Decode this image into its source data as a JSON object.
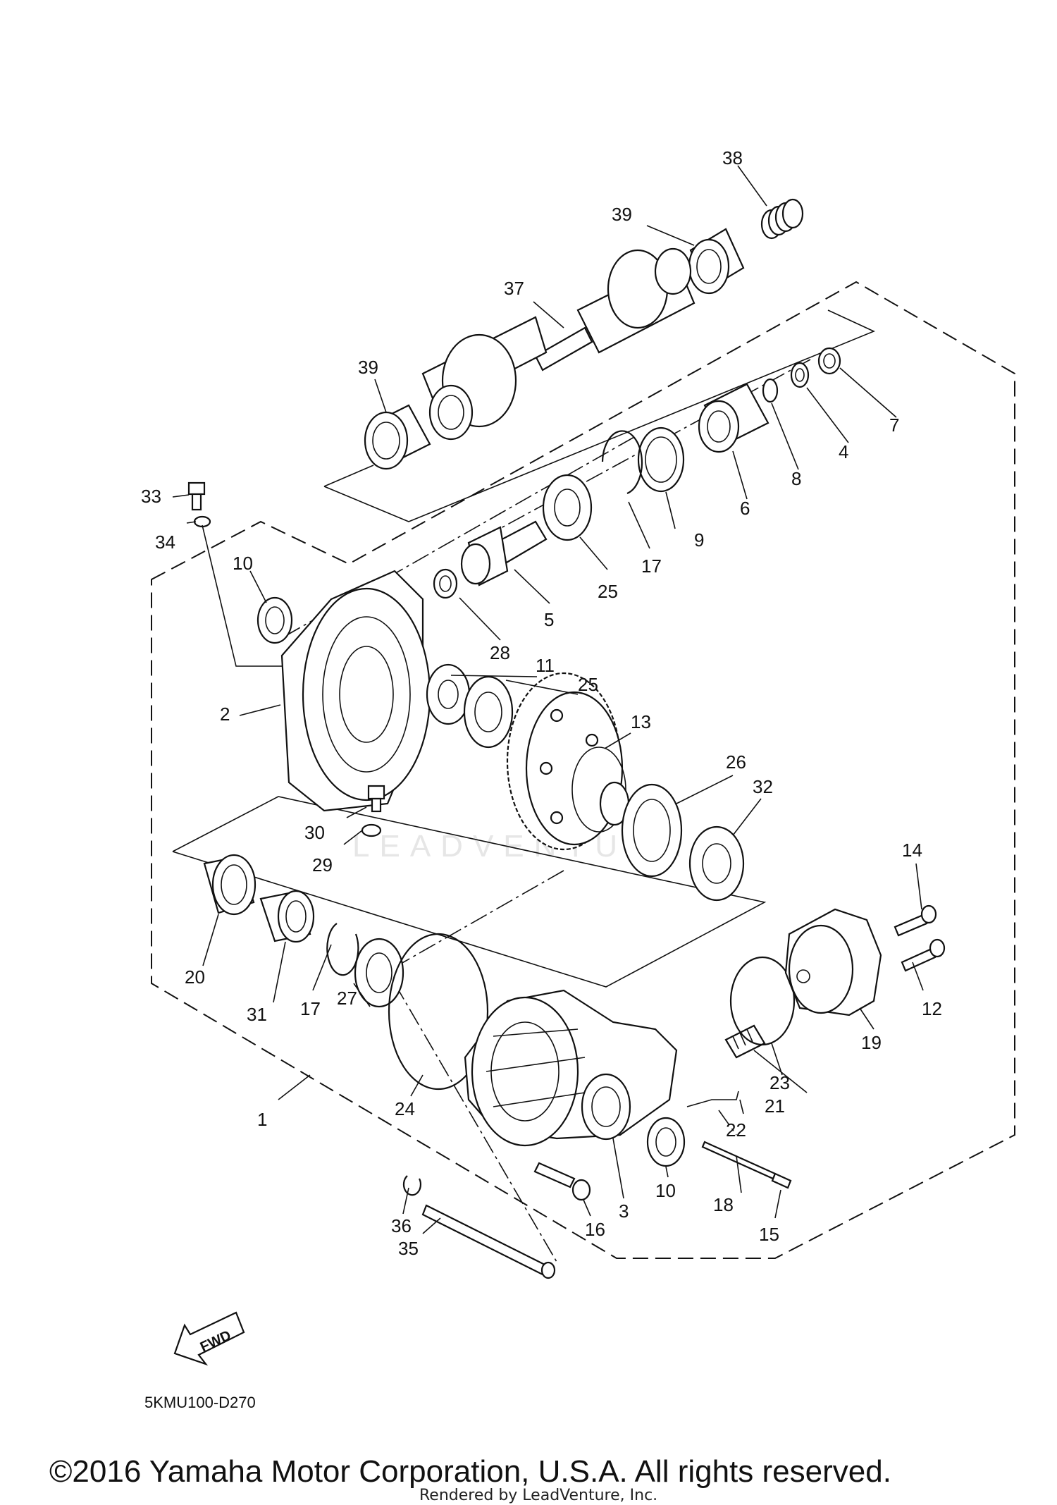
{
  "diagram": {
    "callouts": {
      "c1": "1",
      "c2": "2",
      "c3": "3",
      "c4": "4",
      "c5": "5",
      "c6": "6",
      "c7": "7",
      "c8": "8",
      "c9": "9",
      "c10a": "10",
      "c10b": "10",
      "c11": "11",
      "c12": "12",
      "c13": "13",
      "c14": "14",
      "c15": "15",
      "c16": "16",
      "c17a": "17",
      "c17b": "17",
      "c18": "18",
      "c19": "19",
      "c20": "20",
      "c21": "21",
      "c22": "22",
      "c23": "23",
      "c24": "24",
      "c25a": "25",
      "c25b": "25",
      "c26": "26",
      "c27": "27",
      "c28": "28",
      "c29": "29",
      "c30": "30",
      "c31": "31",
      "c32": "32",
      "c33": "33",
      "c34": "34",
      "c35": "35",
      "c36": "36",
      "c37": "37",
      "c38": "38",
      "c39a": "39",
      "c39b": "39"
    },
    "fwd_label": "FWD",
    "watermark": "LEADVENTURE",
    "diagram_code": "5KMU100-D270",
    "copyright": "©2016 Yamaha Motor Corporation, U.S.A. All rights reserved.",
    "rendered_by": "Rendered by LeadVenture, Inc."
  }
}
